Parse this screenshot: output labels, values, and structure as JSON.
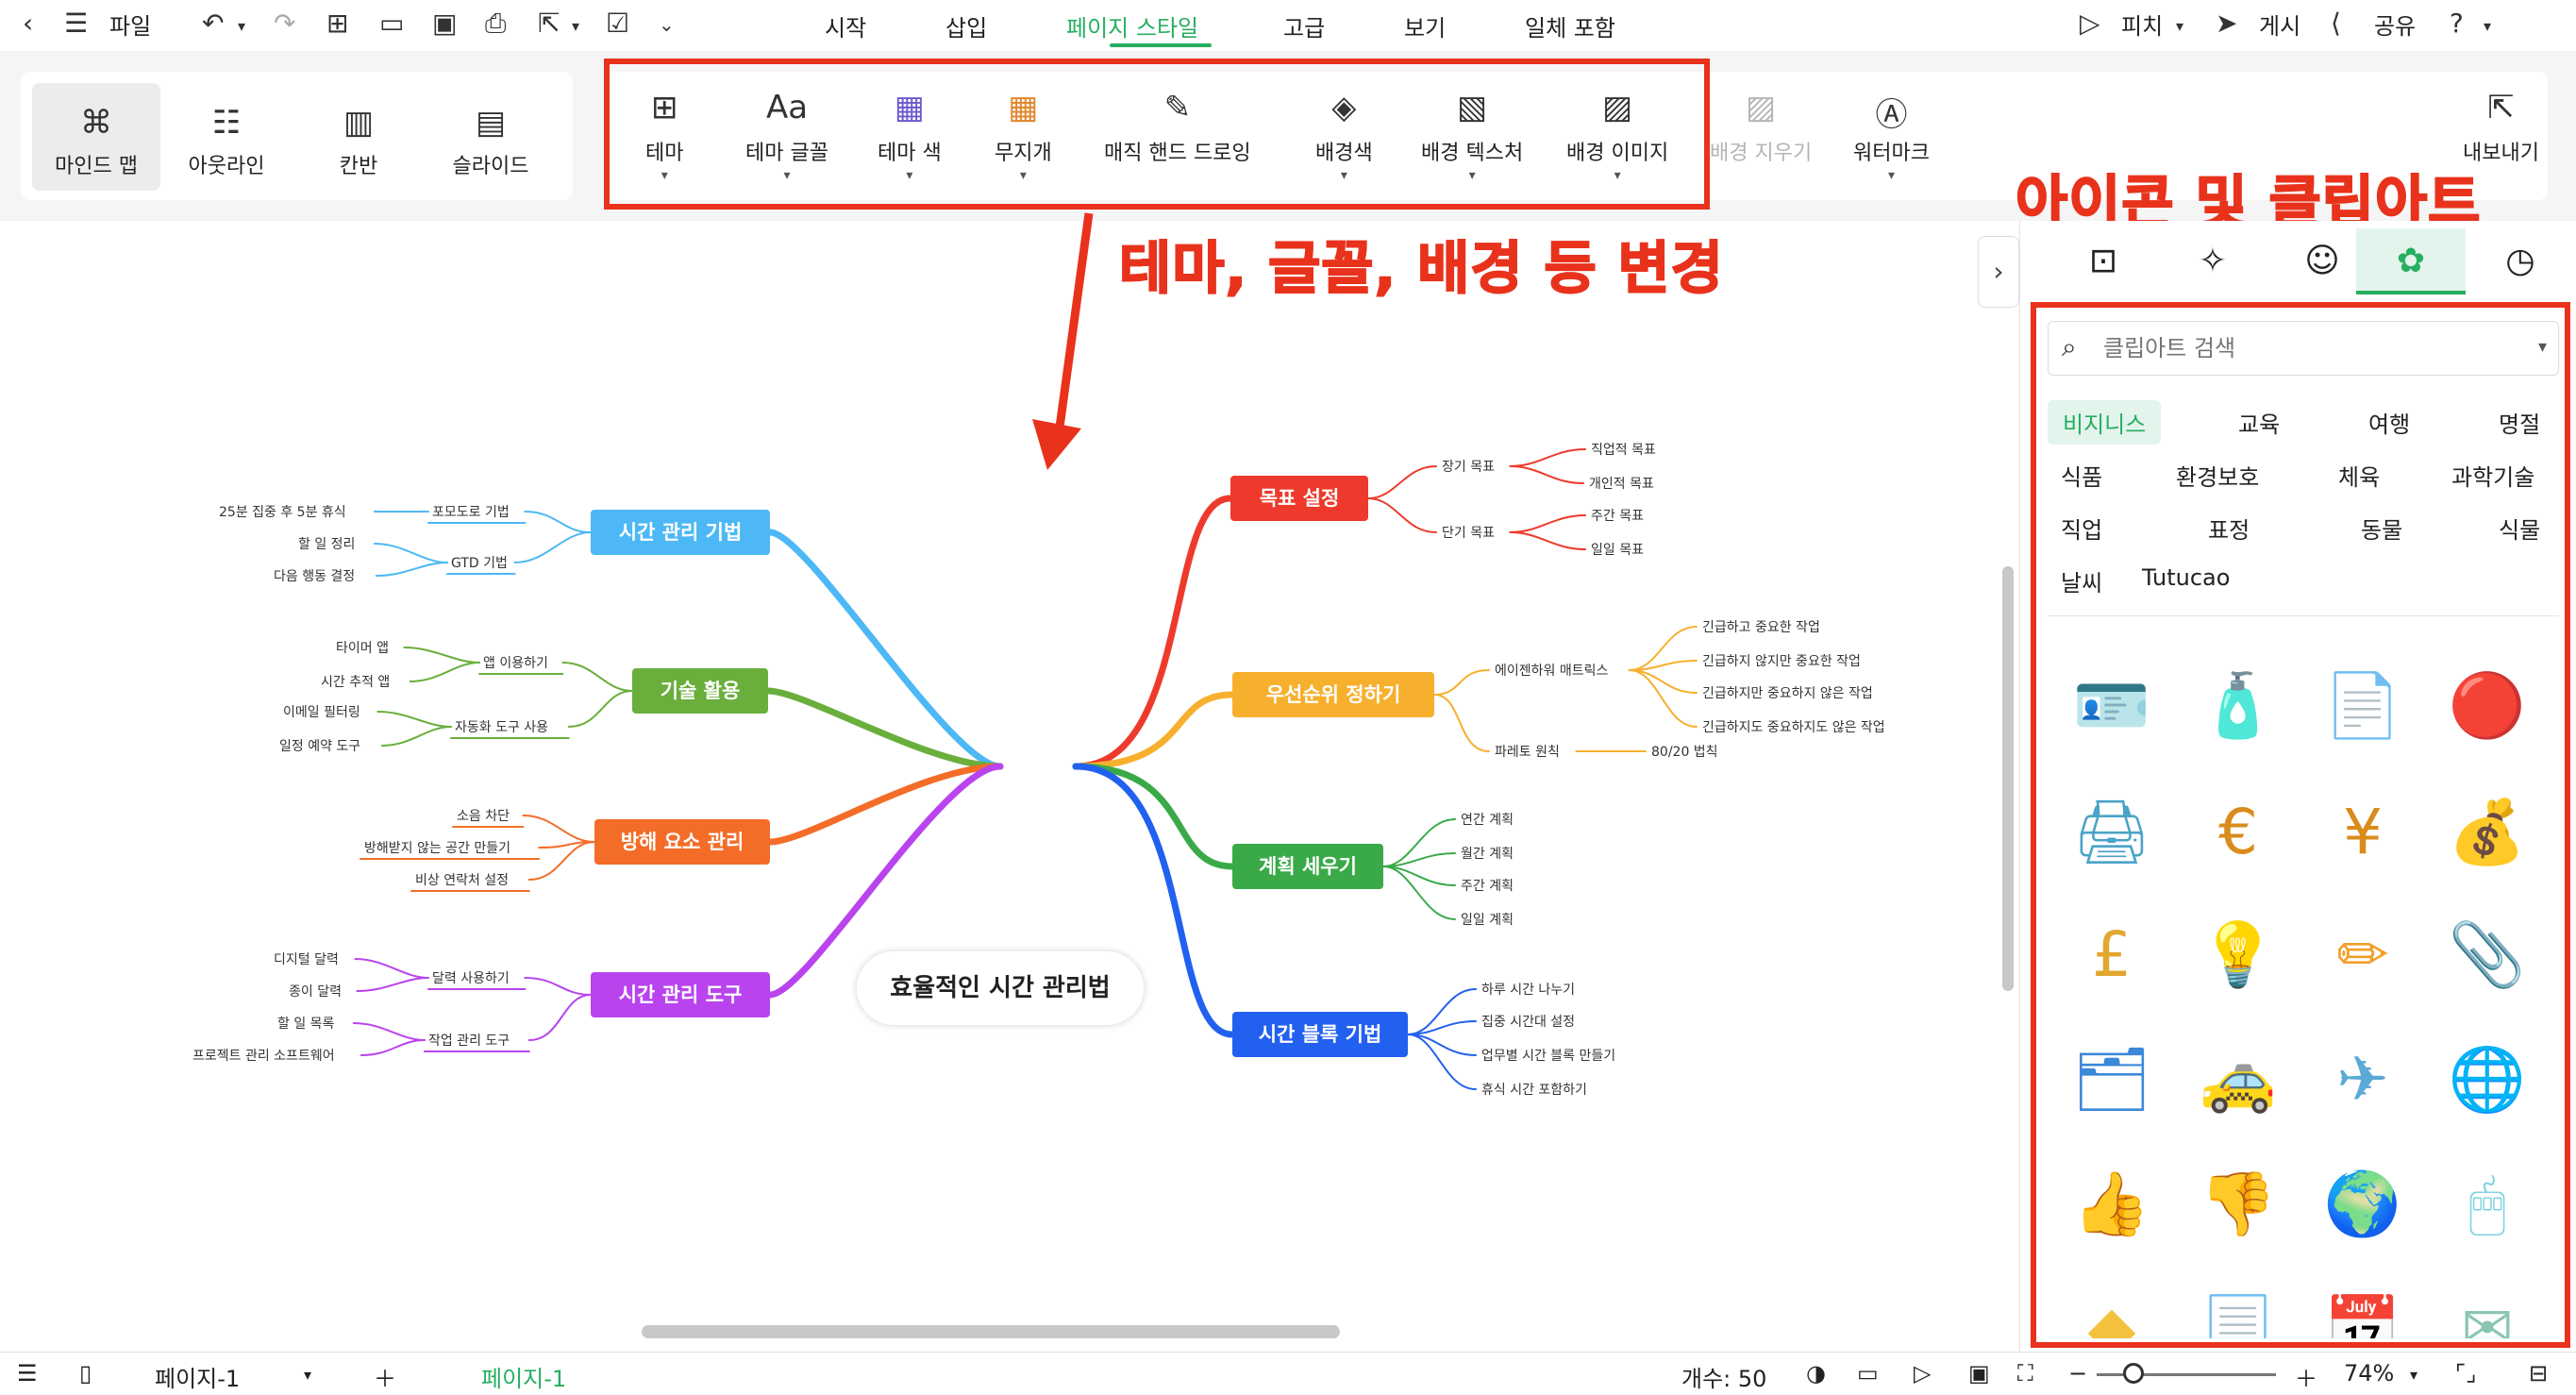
{
  "menubar": {
    "file": "파일",
    "tabs": [
      "시작",
      "삽입",
      "페이지 스타일",
      "고급",
      "보기",
      "일체 포함"
    ],
    "active_tab": "페이지 스타일",
    "right": {
      "pitch": "피치",
      "publish": "게시",
      "share": "공유"
    }
  },
  "ribbon": {
    "views": [
      "마인드 맵",
      "아웃라인",
      "칸반",
      "슬라이드"
    ],
    "tools": [
      "테마",
      "테마 글꼴",
      "테마 색",
      "무지개",
      "매직 핸드 드로잉",
      "배경색",
      "배경 텍스처",
      "배경 이미지",
      "배경 지우기",
      "워터마크"
    ],
    "export": "내보내기"
  },
  "annotations": {
    "toolbar_note": "테마, 글꼴, 배경 등 변경",
    "panel_note": "아이콘 및 클립아트"
  },
  "mindmap": {
    "center": "효율적인 시간 관리법",
    "left": [
      {
        "title": "시간 관리 기법",
        "color": "#4db8f5",
        "subs": [
          {
            "label": "포모도로 기법",
            "leaves": [
              "25분 집중 후 5분 휴식"
            ]
          },
          {
            "label": "GTD 기법",
            "leaves": [
              "할 일 정리",
              "다음 행동 결정"
            ]
          }
        ]
      },
      {
        "title": "기술 활용",
        "color": "#6aae3c",
        "subs": [
          {
            "label": "앱 이용하기",
            "leaves": [
              "타이머 앱",
              "시간 추적 앱"
            ]
          },
          {
            "label": "자동화 도구 사용",
            "leaves": [
              "이메일 필터링",
              "일정 예약 도구"
            ]
          }
        ]
      },
      {
        "title": "방해 요소 관리",
        "color": "#f36d28",
        "subs": [
          {
            "label": "소음 차단",
            "leaves": []
          },
          {
            "label": "방해받지 않는 공간 만들기",
            "leaves": []
          },
          {
            "label": "비상 연락처 설정",
            "leaves": []
          }
        ]
      },
      {
        "title": "시간 관리 도구",
        "color": "#b944ee",
        "subs": [
          {
            "label": "달력 사용하기",
            "leaves": [
              "디지털 달력",
              "종이 달력"
            ]
          },
          {
            "label": "작업 관리 도구",
            "leaves": [
              "할 일 목록",
              "프로젝트 관리 소프트웨어"
            ]
          }
        ]
      }
    ],
    "right": [
      {
        "title": "목표 설정",
        "color": "#ee3a2c",
        "subs": [
          {
            "label": "장기 목표",
            "leaves": [
              "직업적 목표",
              "개인적 목표"
            ]
          },
          {
            "label": "단기 목표",
            "leaves": [
              "주간 목표",
              "일일 목표"
            ]
          }
        ]
      },
      {
        "title": "우선순위 정하기",
        "color": "#f7b02e",
        "subs": [
          {
            "label": "에이젠하워 매트릭스",
            "leaves": [
              "긴급하고 중요한 작업",
              "긴급하지 않지만 중요한 작업",
              "긴급하지만 중요하지 않은 작업",
              "긴급하지도 중요하지도 않은 작업"
            ]
          },
          {
            "label": "파레토 원칙",
            "leaves": [
              "80/20 법칙"
            ]
          }
        ]
      },
      {
        "title": "계획 세우기",
        "color": "#3aaa49",
        "subs": [
          {
            "label": "연간 계획",
            "leaves": []
          },
          {
            "label": "월간 계획",
            "leaves": []
          },
          {
            "label": "주간 계획",
            "leaves": []
          },
          {
            "label": "일일 계획",
            "leaves": []
          }
        ]
      },
      {
        "title": "시간 블록 기법",
        "color": "#2260f0",
        "subs": [
          {
            "label": "하루 시간 나누기",
            "leaves": []
          },
          {
            "label": "집중 시간대 설정",
            "leaves": []
          },
          {
            "label": "업무별 시간 블록 만들기",
            "leaves": []
          },
          {
            "label": "휴식 시간 포함하기",
            "leaves": []
          }
        ]
      }
    ]
  },
  "panel": {
    "tabs": [
      "frame-icon",
      "sparkle-icon",
      "emoji-icon",
      "clipart-icon",
      "history-icon"
    ],
    "search_placeholder": "클립아트 검색",
    "categories": [
      "비지니스",
      "교육",
      "여행",
      "명절",
      "식품",
      "환경보호",
      "체육",
      "과학기술",
      "직업",
      "표정",
      "동물",
      "식물",
      "날씨",
      "Tutucao"
    ],
    "active_category": "비지니스",
    "clipart": [
      "id-badge",
      "glue-bottle",
      "resume-document",
      "rubber-stamp",
      "printer",
      "euro-coin",
      "yen-coin",
      "dollar-money-bag",
      "pound-money-bag",
      "desk-lamp",
      "pencil",
      "stapler",
      "binder-clip",
      "taxi",
      "airplane",
      "globe",
      "thumbs-up",
      "thumbs-down",
      "earth",
      "computer-mouse",
      "gold-bars",
      "document",
      "calendar",
      "envelope"
    ]
  },
  "statusbar": {
    "page_select": "페이지-1",
    "page_tab": "페이지-1",
    "count": "개수: 50",
    "zoom": "74%"
  }
}
